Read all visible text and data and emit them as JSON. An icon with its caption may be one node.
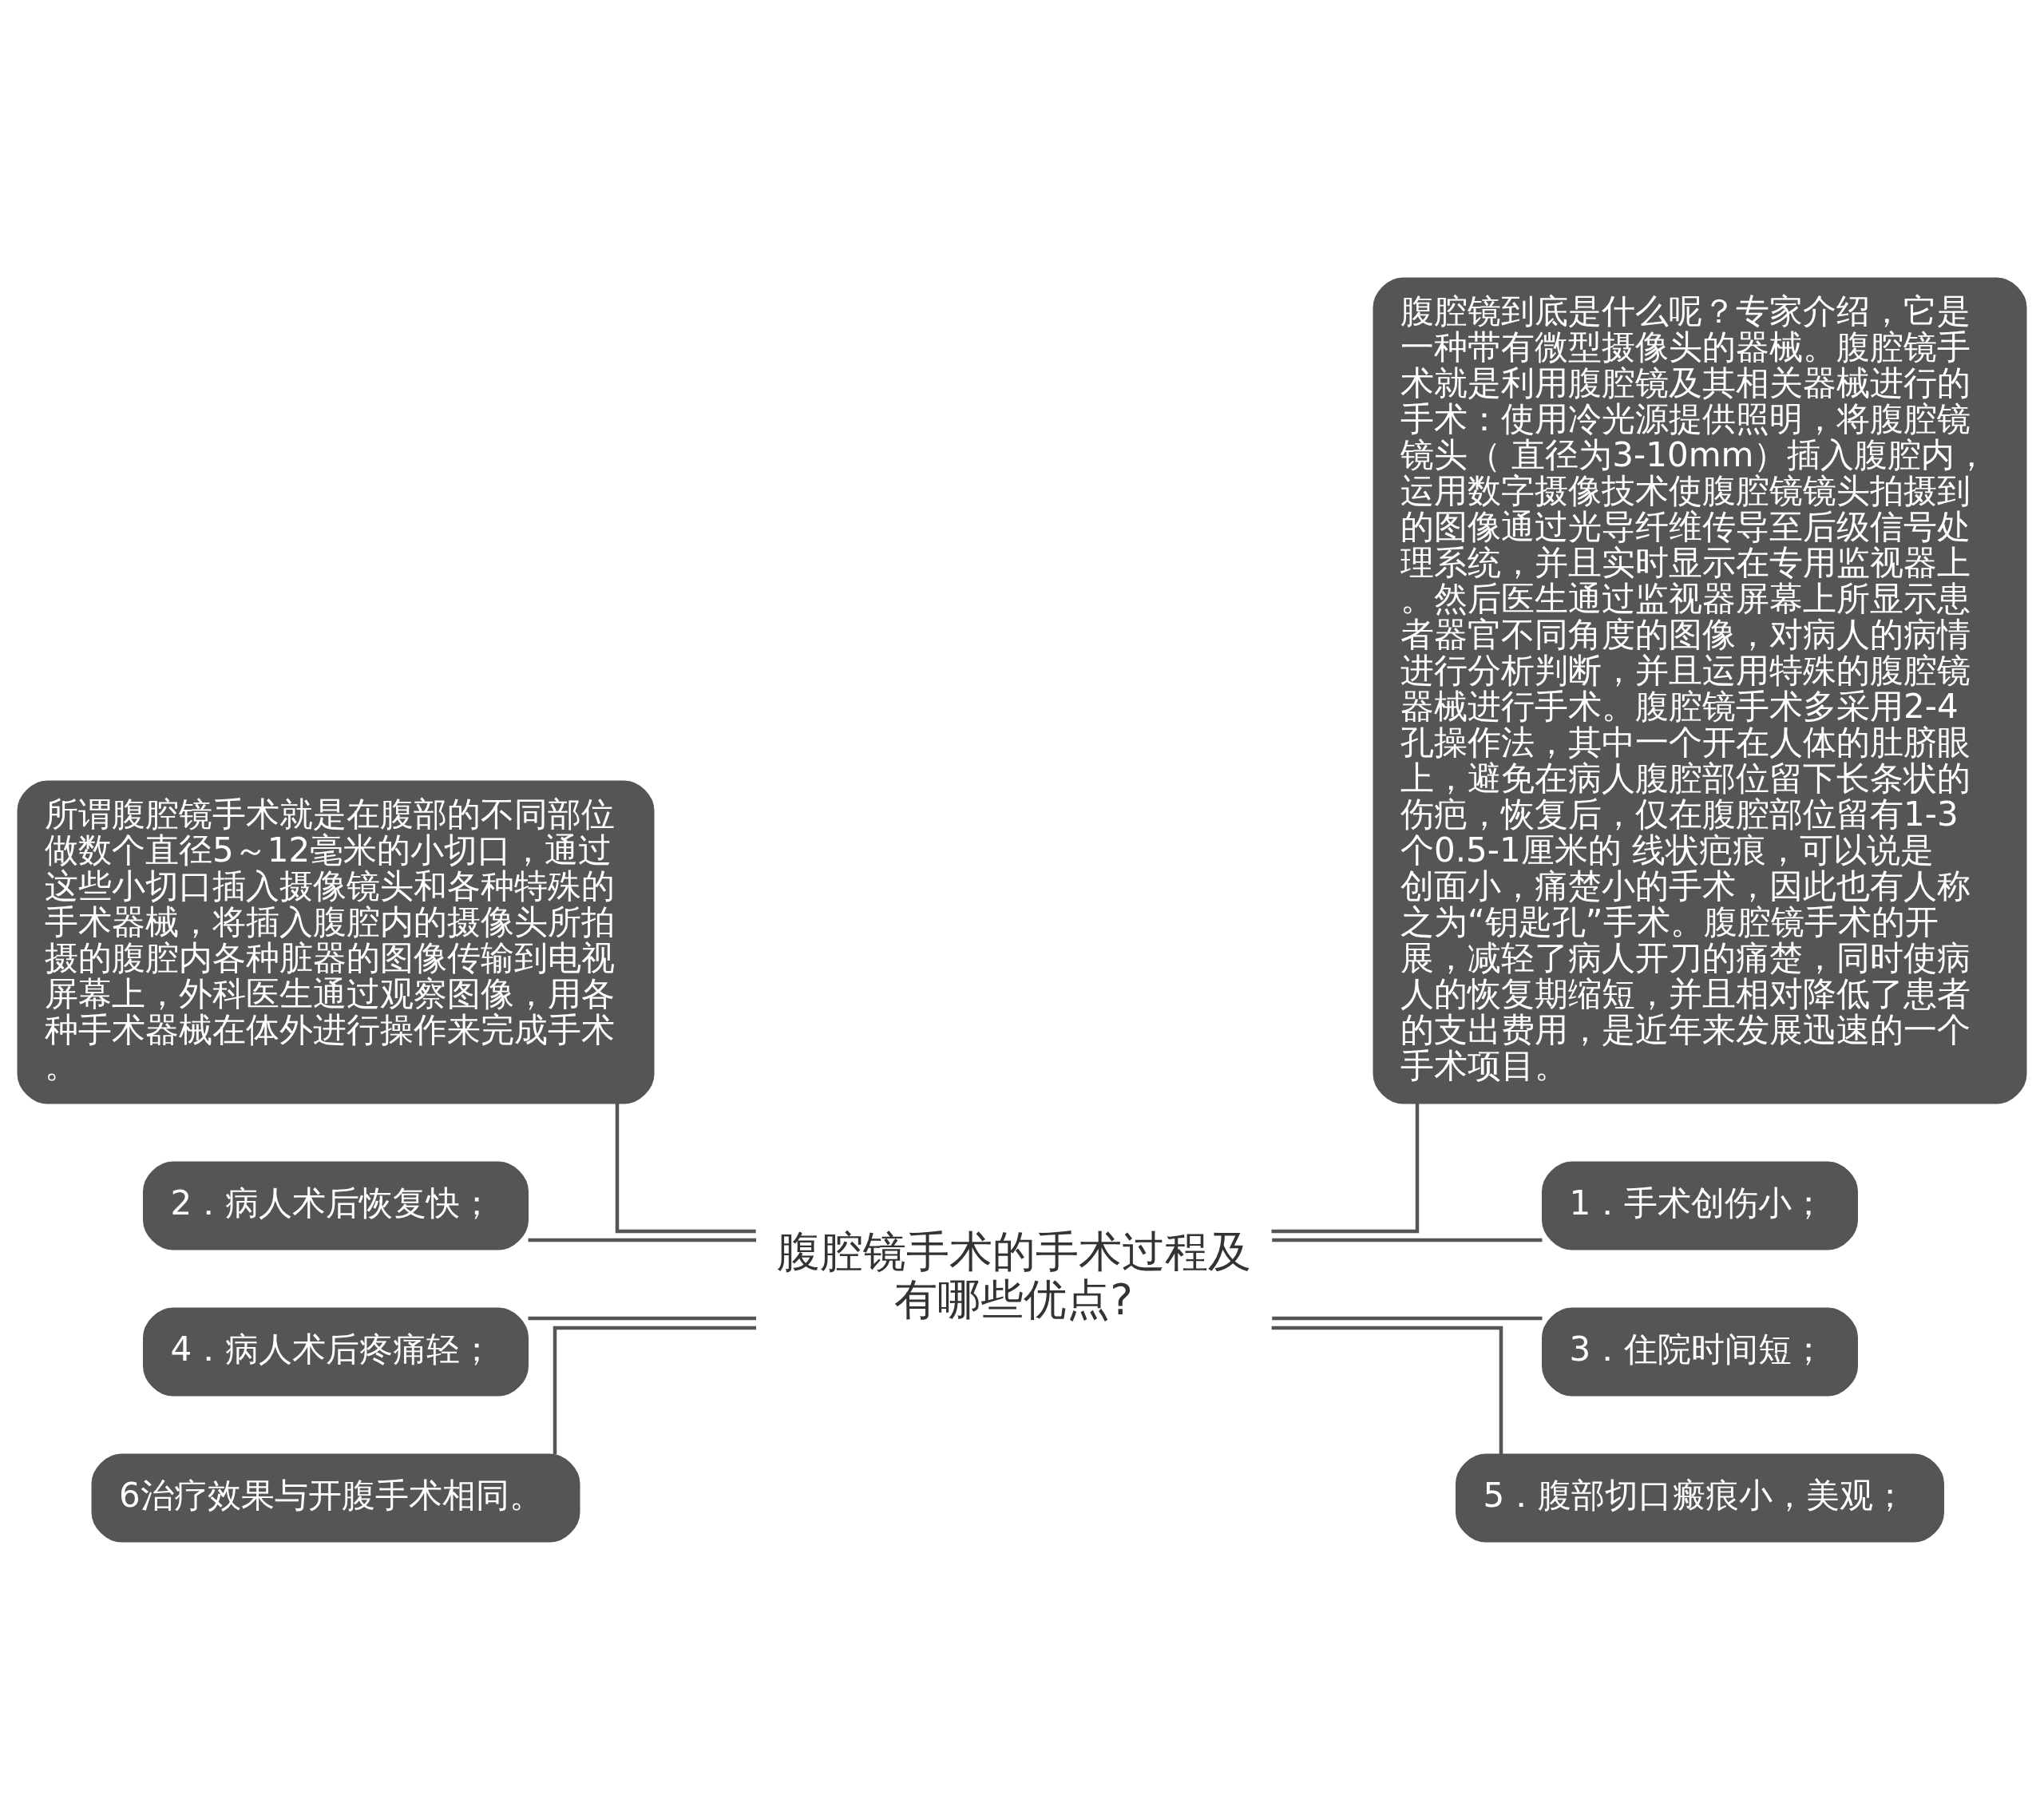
{
  "diagram": {
    "nodes": [
      {
        "text": [
          "腹腔镜手术的手术过程及有哪些优点?"
        ]
      },
      {
        "text": [
          "所谓腹腔镜手术就是在腹部的不同部位做数个直径5～12毫米的小切口，通过这些小切口插入摄像镜头和各种特殊的手术器械，将插入腹腔内的摄像头所拍摄的腹腔内各种脏器的图像传输到电视屏幕上，外科医生通过观察图像，用各种手术器械在体外进行操作来完成手术。"
        ]
      },
      {
        "text": [
          "2．病人术后恢复快；"
        ]
      },
      {
        "text": [
          "4．病人术后疼痛轻；"
        ]
      },
      {
        "text": [
          "6治疗效果与开腹手术相同。"
        ]
      },
      {
        "text": [
          "腹腔镜到底是什么呢？专家介绍，它是一种带有微型摄像头的器械。腹腔镜手术就是利用腹腔镜及其相关器械进行的手术：使用冷光源提供照明，将腹腔镜镜头（ 直径为3-10mm）插入腹腔内，运用数字摄像技术使腹腔镜镜头拍摄到的图像通过光导纤维传导至后级信号处理系统，并且实时显示在专用监视器上。然后医生通过监视器屏幕上所显示患者器官不同角度的图像，对病人的病情进行分析判断，并且运用特殊的腹腔镜器械进行手术。腹腔镜手术多采用2-4孔操作法，其中一个开在人体的肚脐眼上，避免在病人腹腔部位留下长条状的伤疤，恢复后，仅在腹腔部位留有1-3个0.5-1厘米的 线状疤痕，可以说是创面小，痛楚小的手术，因此也有人称之为“钥匙孔”手术。腹腔镜手术的开展，减轻了病人开刀的痛楚，同时使病人的恢复期缩短，并且相对降低了患者的支出费用，是近年来发展迅速的一个手术项目。"
        ]
      },
      {
        "text": [
          "1．手术创伤小；"
        ]
      },
      {
        "text": [
          "3．住院时间短；"
        ]
      },
      {
        "text": [
          "5．腹部切口瘢痕小，美观；"
        ]
      }
    ],
    "edges": [
      {
        "from": 0,
        "to": 1,
        "arrow": "none"
      },
      {
        "from": 0,
        "to": 2,
        "arrow": "none"
      },
      {
        "from": 0,
        "to": 3,
        "arrow": "none"
      },
      {
        "from": 0,
        "to": 4,
        "arrow": "none"
      },
      {
        "from": 0,
        "to": 5,
        "arrow": "none"
      },
      {
        "from": 0,
        "to": 6,
        "arrow": "none"
      },
      {
        "from": 0,
        "to": 7,
        "arrow": "none"
      },
      {
        "from": 0,
        "to": 8,
        "arrow": "none"
      }
    ]
  }
}
